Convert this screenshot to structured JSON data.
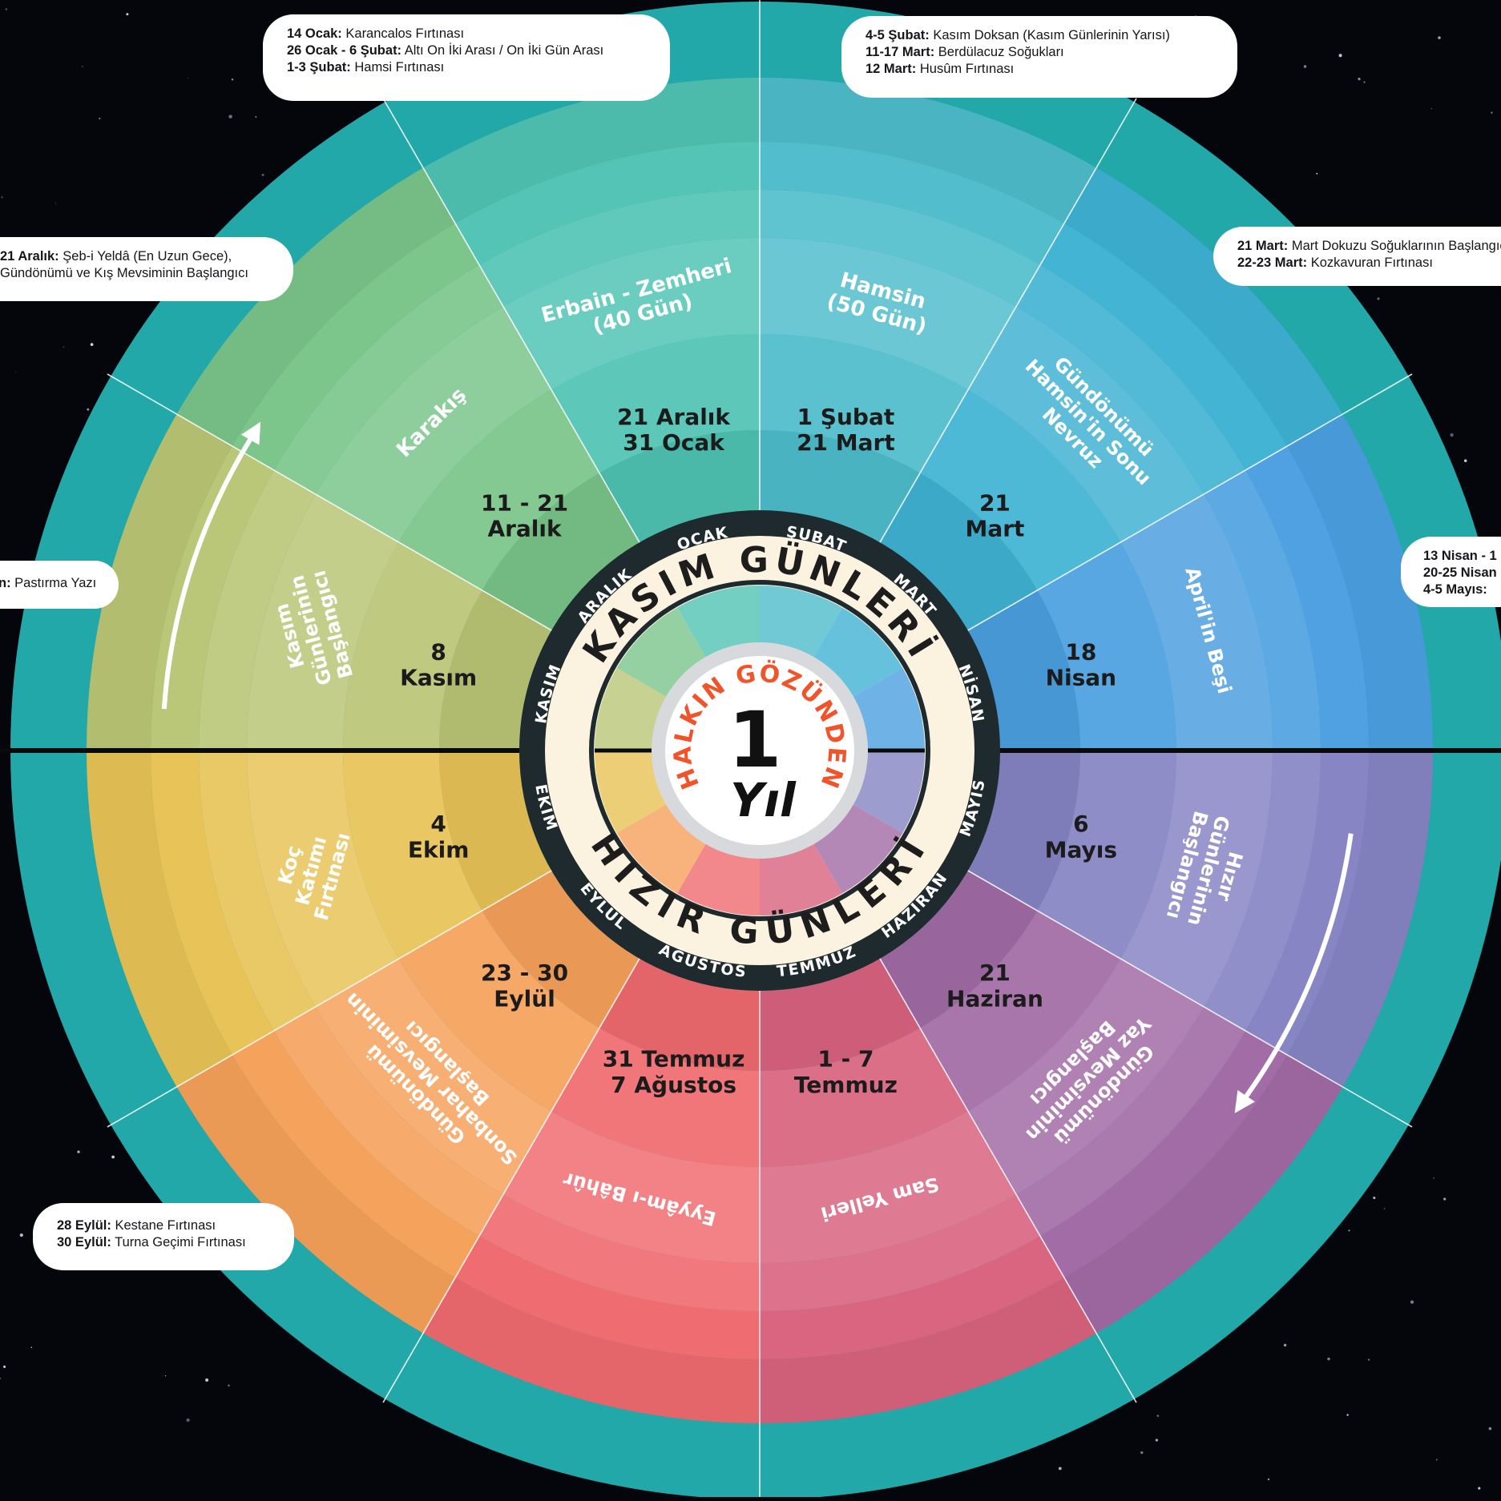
{
  "colors": {
    "background": "#05060b",
    "outer_ring": "#22a8a8",
    "center_ring_bg": "#fbf3df",
    "center_band": "#1f2a2e",
    "center_disc": "#ffffff",
    "logo_orange": "#f0542a"
  },
  "months": [
    "OCAK",
    "ŞUBAT",
    "MART",
    "NİSAN",
    "MAYIS",
    "HAZİRAN",
    "TEMMUZ",
    "AĞUSTOS",
    "EYLÜL",
    "EKİM",
    "KASIM",
    "ARALIK"
  ],
  "center": {
    "top_arc": "KASIM GÜNLERİ",
    "bottom_arc": "HIZIR GÜNLERİ",
    "logo_arc": "HALKIN GÖZÜNDEN",
    "logo_number": "1",
    "logo_word": "Yıl"
  },
  "sectors": [
    {
      "id": "north-west",
      "color": "#4fc3b3",
      "outer": "Erbain - Zemheri\n(40 Gün)",
      "inner": "21 Aralık\n31 Ocak"
    },
    {
      "id": "north-east",
      "color": "#4ebccb",
      "outer": "Hamsin\n(50 Gün)",
      "inner": "1 Şubat\n21 Mart"
    },
    {
      "id": "east-north",
      "color": "#3fb2d3",
      "outer": "Gündönümü\nHamsin'in Sonu\nNevruz",
      "inner": "21\nMart"
    },
    {
      "id": "east-upper",
      "color": "#4b9fe0",
      "outer": "April'in Beşi",
      "inner": "18\nNisan"
    },
    {
      "id": "east-lower",
      "color": "#8583c3",
      "outer": "Hızır\nGünlerinin\nBaşlangıcı",
      "inner": "6\nMayıs"
    },
    {
      "id": "south-east",
      "color": "#a06aa4",
      "outer": "Gündönümü\nYaz Mevsiminin\nBaşlangıcı",
      "inner": "21\nHaziran"
    },
    {
      "id": "south-right",
      "color": "#d8627e",
      "outer": "Sam Yelleri",
      "inner": "1 - 7\nTemmuz"
    },
    {
      "id": "south-left",
      "color": "#ef6a6e",
      "outer": "Eyyâm-ı Bâhûr",
      "inner": "31 Temmuz\n7 Ağustos"
    },
    {
      "id": "south-west",
      "color": "#f5a05a",
      "outer": "Gündönümü\nSonbahar Mevsiminin\nBaşlangıcı",
      "inner": "23 - 30\nEylül"
    },
    {
      "id": "west-lower",
      "color": "#e7c255",
      "outer": "Koç\nKatımı\nFırtınası",
      "inner": "4\nEkim"
    },
    {
      "id": "west-upper",
      "color": "#b9c575",
      "outer": "Kasım\nGünlerinin\nBaşlangıcı",
      "inner": "8\nKasım"
    },
    {
      "id": "north-west-2",
      "color": "#79c489",
      "outer": "Karakış",
      "inner": "11 - 21\nAralık"
    }
  ],
  "notes": [
    {
      "id": "top-left",
      "lines": [
        {
          "b": "14 Ocak:",
          "t": " Karancalos Fırtınası"
        },
        {
          "b": "26 Ocak - 6 Şubat:",
          "t": " Altı On İki Arası / On İki Gün Arası"
        },
        {
          "b": "1-3 Şubat:",
          "t": " Hamsi Fırtınası"
        }
      ]
    },
    {
      "id": "top-right",
      "lines": [
        {
          "b": "4-5 Şubat:",
          "t": " Kasım Doksan (Kasım Günlerinin Yarısı)"
        },
        {
          "b": "11-17 Mart:",
          "t": " Berdülacuz Soğukları"
        },
        {
          "b": "12 Mart:",
          "t": " Husûm Fırtınası"
        }
      ]
    },
    {
      "id": "left-upper",
      "lines": [
        {
          "b": "21 Aralık:",
          "t": " Şeb-i Yeldâ (En Uzun Gece),"
        },
        {
          "b": "",
          "t": "Gündönümü ve Kış Mevsiminin Başlangıcı"
        }
      ]
    },
    {
      "id": "right-upper",
      "lines": [
        {
          "b": "21 Mart:",
          "t": " Mart Dokuzu Soğuklarının Başlangıcı"
        },
        {
          "b": "22-23 Mart:",
          "t": " Kozkavuran Fırtınası"
        }
      ]
    },
    {
      "id": "left-middle",
      "lines": [
        {
          "b": "n:",
          "t": " Pastırma Yazı"
        }
      ]
    },
    {
      "id": "right-middle",
      "lines": [
        {
          "b": "13 Nisan - 1",
          "t": ""
        },
        {
          "b": "20-25 Nisan",
          "t": ""
        },
        {
          "b": "4-5 Mayıs:",
          "t": ""
        }
      ]
    },
    {
      "id": "bottom-left",
      "lines": [
        {
          "b": "28 Eylül:",
          "t": " Kestane Fırtınası"
        },
        {
          "b": "30 Eylül:",
          "t": " Turna Geçimi Fırtınası"
        }
      ]
    }
  ]
}
